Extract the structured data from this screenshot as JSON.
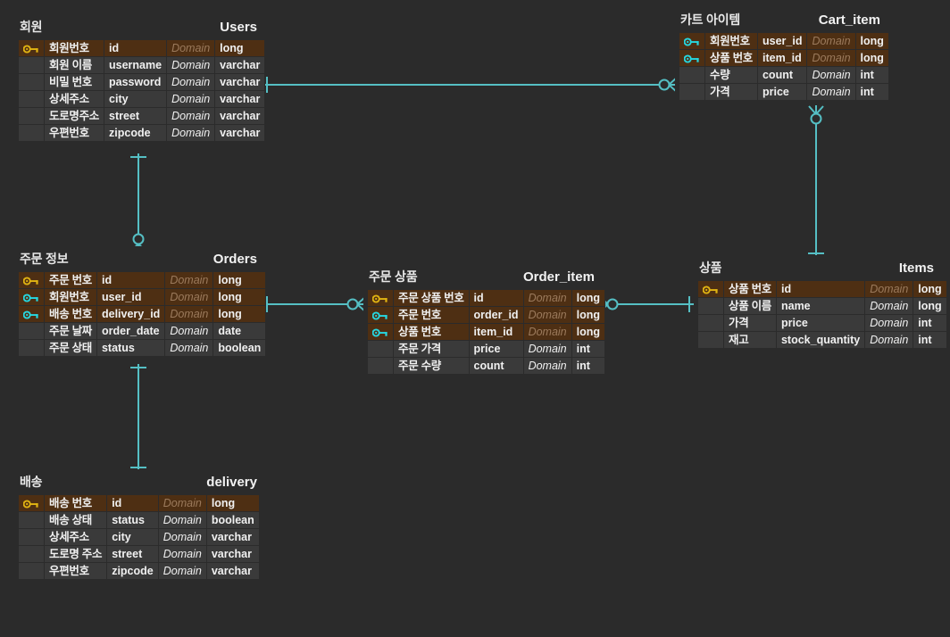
{
  "diagram": {
    "type": "er-diagram",
    "background_color": "#2b2b2b",
    "link_color": "#55bfc4",
    "pk_key_color": "#e0b312",
    "fk_key_color": "#26d7e0",
    "key_row_background": "#4e2f13",
    "row_background": "#3a3a3a",
    "domain_placeholder": "Domain"
  },
  "entities": {
    "users": {
      "title_ko": "회원",
      "title_en": "Users",
      "columns": [
        {
          "key": "pk",
          "ko": "회원번호",
          "name": "id",
          "domain": "Domain",
          "type": "long"
        },
        {
          "key": "",
          "ko": "회원 이름",
          "name": "username",
          "domain": "Domain",
          "type": "varchar"
        },
        {
          "key": "",
          "ko": "비밀 번호",
          "name": "password",
          "domain": "Domain",
          "type": "varchar"
        },
        {
          "key": "",
          "ko": "상세주소",
          "name": "city",
          "domain": "Domain",
          "type": "varchar"
        },
        {
          "key": "",
          "ko": "도로명주소",
          "name": "street",
          "domain": "Domain",
          "type": "varchar"
        },
        {
          "key": "",
          "ko": "우편번호",
          "name": "zipcode",
          "domain": "Domain",
          "type": "varchar"
        }
      ]
    },
    "cart_item": {
      "title_ko": "카트 아이템",
      "title_en": "Cart_item",
      "columns": [
        {
          "key": "fk",
          "ko": "회원번호",
          "name": "user_id",
          "domain": "Domain",
          "type": "long"
        },
        {
          "key": "fk",
          "ko": "상품 번호",
          "name": "item_id",
          "domain": "Domain",
          "type": "long"
        },
        {
          "key": "",
          "ko": "수량",
          "name": "count",
          "domain": "Domain",
          "type": "int"
        },
        {
          "key": "",
          "ko": "가격",
          "name": "price",
          "domain": "Domain",
          "type": "int"
        }
      ]
    },
    "orders": {
      "title_ko": "주문 정보",
      "title_en": "Orders",
      "columns": [
        {
          "key": "pk",
          "ko": "주문 번호",
          "name": "id",
          "domain": "Domain",
          "type": "long"
        },
        {
          "key": "fk",
          "ko": "회원번호",
          "name": "user_id",
          "domain": "Domain",
          "type": "long"
        },
        {
          "key": "fk",
          "ko": "배송 번호",
          "name": "delivery_id",
          "domain": "Domain",
          "type": "long"
        },
        {
          "key": "",
          "ko": "주문 날짜",
          "name": "order_date",
          "domain": "Domain",
          "type": "date"
        },
        {
          "key": "",
          "ko": "주문 상태",
          "name": "status",
          "domain": "Domain",
          "type": "boolean"
        }
      ]
    },
    "order_item": {
      "title_ko": "주문 상품",
      "title_en": "Order_item",
      "columns": [
        {
          "key": "pk",
          "ko": "주문 상품 번호",
          "name": "id",
          "domain": "Domain",
          "type": "long"
        },
        {
          "key": "fk",
          "ko": "주문 번호",
          "name": "order_id",
          "domain": "Domain",
          "type": "long"
        },
        {
          "key": "fk",
          "ko": "상품 번호",
          "name": "item_id",
          "domain": "Domain",
          "type": "long"
        },
        {
          "key": "",
          "ko": "주문 가격",
          "name": "price",
          "domain": "Domain",
          "type": "int"
        },
        {
          "key": "",
          "ko": "주문 수량",
          "name": "count",
          "domain": "Domain",
          "type": "int"
        }
      ]
    },
    "items": {
      "title_ko": "상품",
      "title_en": "Items",
      "columns": [
        {
          "key": "pk",
          "ko": "상품 번호",
          "name": "id",
          "domain": "Domain",
          "type": "long"
        },
        {
          "key": "",
          "ko": "상품 이름",
          "name": "name",
          "domain": "Domain",
          "type": "long"
        },
        {
          "key": "",
          "ko": "가격",
          "name": "price",
          "domain": "Domain",
          "type": "int"
        },
        {
          "key": "",
          "ko": "재고",
          "name": "stock_quantity",
          "domain": "Domain",
          "type": "int"
        }
      ]
    },
    "delivery": {
      "title_ko": "배송",
      "title_en": "delivery",
      "columns": [
        {
          "key": "pk",
          "ko": "배송 번호",
          "name": "id",
          "domain": "Domain",
          "type": "long"
        },
        {
          "key": "",
          "ko": "배송 상태",
          "name": "status",
          "domain": "Domain",
          "type": "boolean"
        },
        {
          "key": "",
          "ko": "상세주소",
          "name": "city",
          "domain": "Domain",
          "type": "varchar"
        },
        {
          "key": "",
          "ko": "도로명 주소",
          "name": "street",
          "domain": "Domain",
          "type": "varchar"
        },
        {
          "key": "",
          "ko": "우편번호",
          "name": "zipcode",
          "domain": "Domain",
          "type": "varchar"
        }
      ]
    }
  },
  "relationships": [
    {
      "name": "users-to-orders",
      "from": "users",
      "to": "orders",
      "from_card": "one",
      "to_card": "zero-or-many"
    },
    {
      "name": "users-to-cart-item",
      "from": "users",
      "to": "cart_item",
      "from_card": "one",
      "to_card": "zero-or-many"
    },
    {
      "name": "cart-item-to-items",
      "from": "cart_item",
      "to": "items",
      "from_card": "zero-or-many",
      "to_card": "one"
    },
    {
      "name": "orders-to-order-item",
      "from": "orders",
      "to": "order_item",
      "from_card": "one",
      "to_card": "zero-or-many"
    },
    {
      "name": "order-item-to-items",
      "from": "order_item",
      "to": "items",
      "from_card": "zero-or-many",
      "to_card": "one"
    },
    {
      "name": "orders-to-delivery",
      "from": "orders",
      "to": "delivery",
      "from_card": "one",
      "to_card": "one"
    }
  ]
}
